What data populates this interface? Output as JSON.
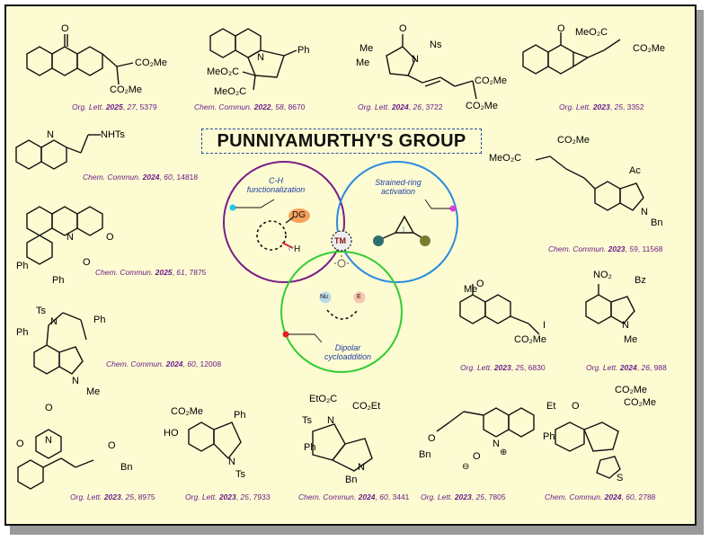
{
  "title": "PUNNIYAMURTHY'S GROUP",
  "center": {
    "tm_label": "TM",
    "ch": "C-H functionalization",
    "ch_line1": "C-H",
    "ch_line2": "functionalization",
    "sr_line1": "Strained-ring",
    "sr_line2": "activation",
    "dc_line1": "Dipolar",
    "dc_line2": "cycloaddition",
    "dg": "DG",
    "h": "H",
    "nu": "Nu",
    "e": "E",
    "colors": {
      "ch": "#7a1d8a",
      "sr": "#2a8be0",
      "dc": "#33cc33"
    }
  },
  "refs": [
    {
      "journal": "Org. Lett.",
      "year": "2025",
      "vol": "27",
      "page": "5379"
    },
    {
      "journal": "Chem. Commun.",
      "year": "2022",
      "vol": "58",
      "page": "8670"
    },
    {
      "journal": "Org. Lett.",
      "year": "2024",
      "vol": "26",
      "page": "3722"
    },
    {
      "journal": "Org. Lett.",
      "year": "2023",
      "vol": "25",
      "page": "3352"
    },
    {
      "journal": "Chem. Commun.",
      "year": "2024",
      "vol": "60",
      "page": "14818"
    },
    {
      "journal": "Chem. Commun.",
      "year": "2023",
      "vol": "59",
      "page": "11568"
    },
    {
      "journal": "Chem. Commun.",
      "year": "2025",
      "vol": "61",
      "page": "7875"
    },
    {
      "journal": "Org. Lett.",
      "year": "2023",
      "vol": "25",
      "page": "6830"
    },
    {
      "journal": "Org. Lett.",
      "year": "2024",
      "vol": "26",
      "page": "988"
    },
    {
      "journal": "Chem. Commun.",
      "year": "2024",
      "vol": "60",
      "page": "12008"
    },
    {
      "journal": "Org. Lett.",
      "year": "2023",
      "vol": "25",
      "page": "8975"
    },
    {
      "journal": "Org. Lett.",
      "year": "2023",
      "vol": "25",
      "page": "7933"
    },
    {
      "journal": "Chem. Commun.",
      "year": "2024",
      "vol": "60",
      "page": "3441"
    },
    {
      "journal": "Org. Lett.",
      "year": "2023",
      "vol": "25",
      "page": "7805"
    },
    {
      "journal": "Chem. Commun.",
      "year": "2024",
      "vol": "60",
      "page": "2788"
    }
  ],
  "labels": {
    "co2me": "CO₂Me",
    "meo2c": "MeO₂C",
    "co2et": "CO₂Et",
    "eto2c": "EtO₂C",
    "ph": "Ph",
    "me": "Me",
    "ns": "Ns",
    "nhts": "NHTs",
    "ts": "Ts",
    "n": "N",
    "o": "O",
    "ac": "Ac",
    "bn": "Bn",
    "bz": "Bz",
    "no2": "NO₂",
    "i": "I",
    "ho": "HO",
    "et": "Et",
    "s": "S",
    "plus": "⊕",
    "minus": "⊖"
  }
}
